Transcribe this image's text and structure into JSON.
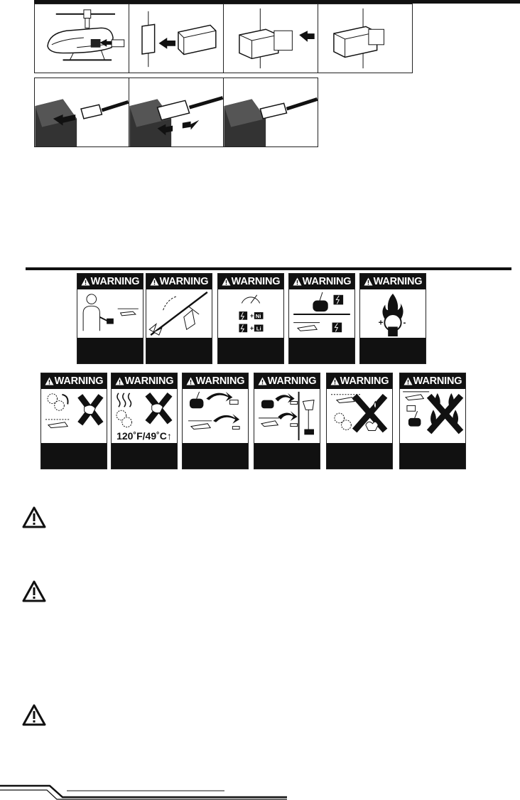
{
  "warning_label": "WARNING",
  "temperature_label": "120˚F/49˚C",
  "battery_type_labels": {
    "nimh": "Ni",
    "lipo": "Li"
  },
  "icons": {
    "caution": "warning-triangle-icon",
    "prohibited": "x-icon",
    "arrow": "arrow-icon"
  },
  "colors": {
    "ink": "#111111",
    "paper": "#ffffff"
  }
}
